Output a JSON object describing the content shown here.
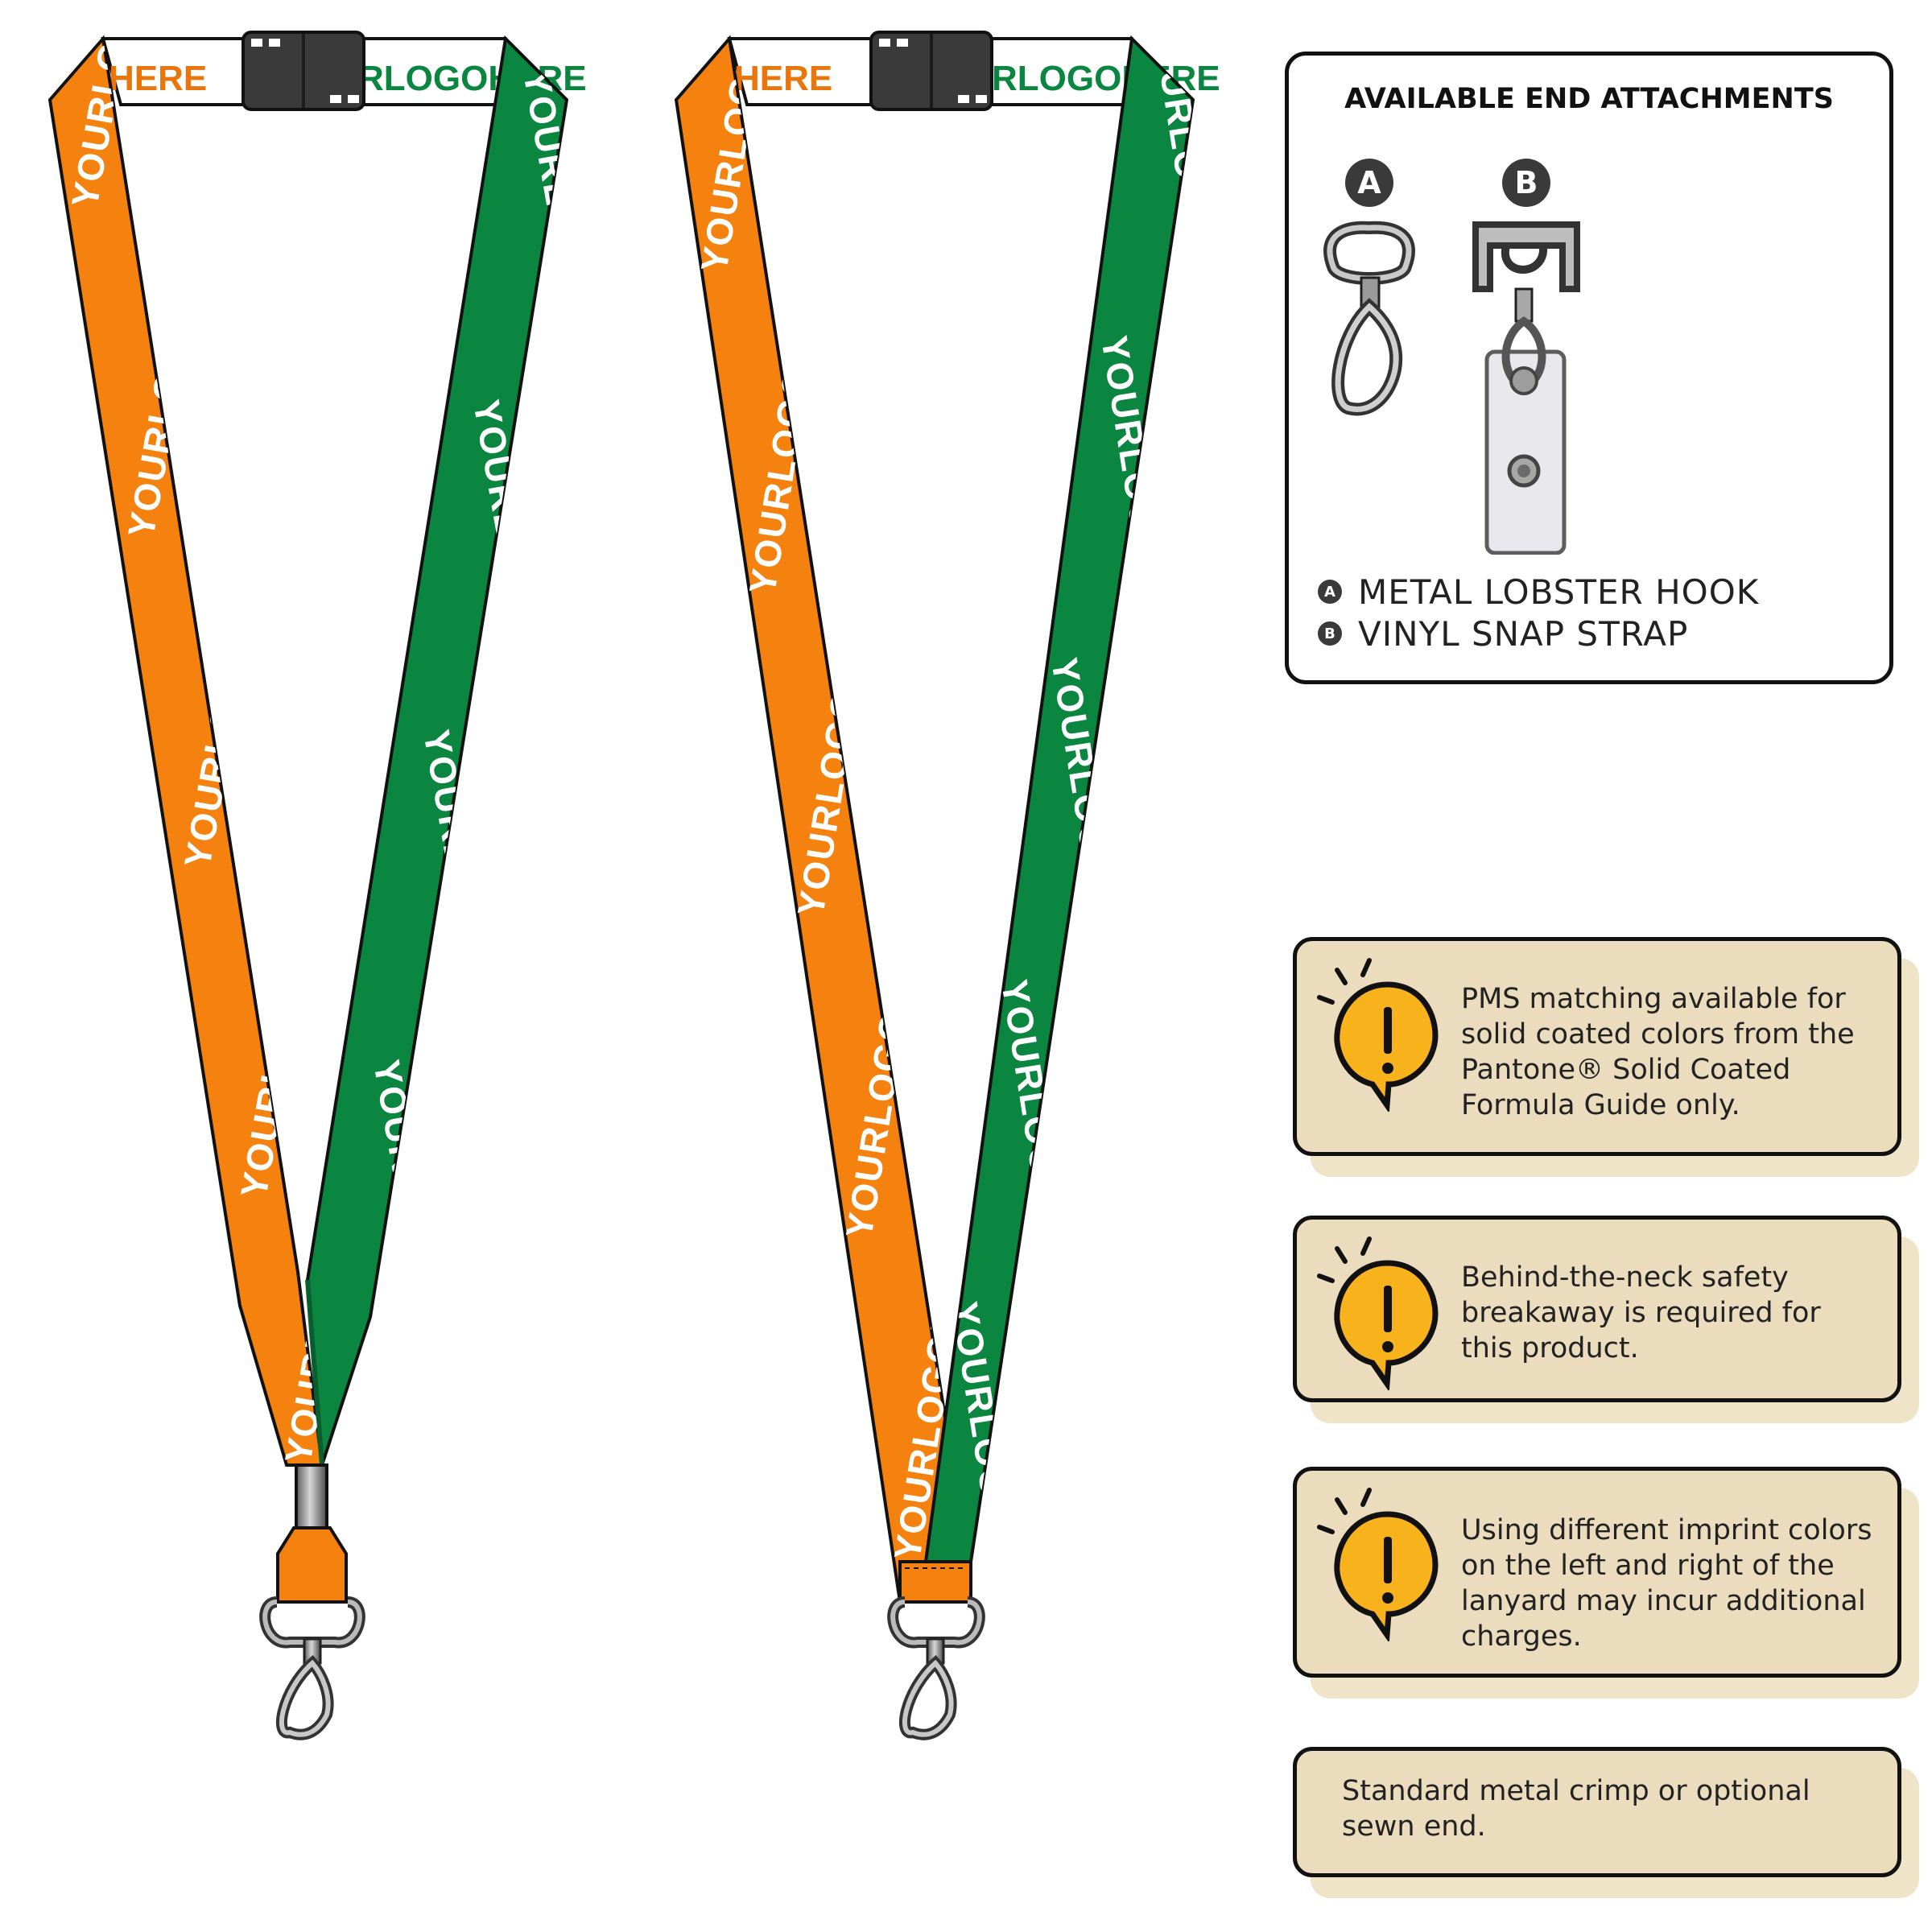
{
  "lanyard": {
    "imprint_text": "YOURLOGOHERE",
    "top_imprint_left": "HERE",
    "top_imprint_right": "RLOGOHERE",
    "colors": {
      "left_strap": "#f5820f",
      "right_strap": "#0b8640",
      "imprint_on_strap": "#ffffff"
    }
  },
  "attachments": {
    "title": "AVAILABLE END ATTACHMENTS",
    "items": [
      {
        "badge": "A",
        "label": "METAL LOBSTER HOOK",
        "icon": "lobster-hook-icon"
      },
      {
        "badge": "B",
        "label": "VINYL SNAP STRAP",
        "icon": "vinyl-snap-strap-icon"
      }
    ]
  },
  "notes": [
    {
      "icon": "alert-bubble-icon",
      "text": "PMS matching available for solid coated colors from the Pantone® Solid Coated Formula Guide only."
    },
    {
      "icon": "alert-bubble-icon",
      "text": "Behind-the-neck safety breakaway is required for this product."
    },
    {
      "icon": "alert-bubble-icon",
      "text": "Using different imprint colors on the left and right of the lanyard may incur additional charges."
    },
    {
      "text": "Standard metal crimp or optional sewn end."
    }
  ],
  "colors": {
    "note_fill": "#ebdcbd",
    "note_shadow": "#efe3c8",
    "alert_yellow": "#f7b21c",
    "outline": "#111111"
  }
}
